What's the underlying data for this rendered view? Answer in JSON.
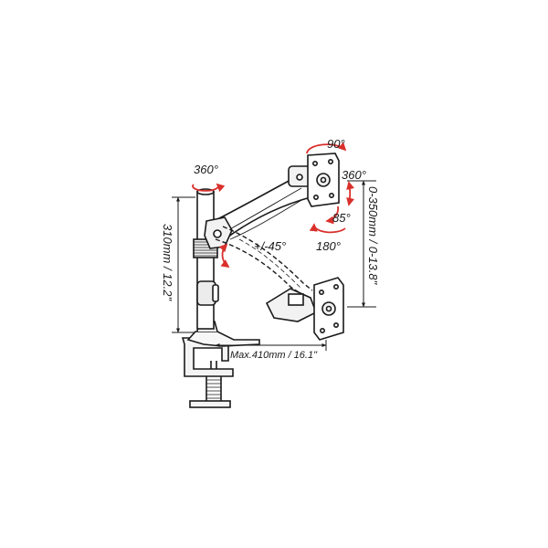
{
  "diagram": {
    "labels": {
      "pole_rotation": "360°",
      "arm_tilt": "+/-45°",
      "head_tilt": "90°",
      "head_swivel": "360°",
      "head_pivot": "85°",
      "head_rotation": "180°",
      "pole_height": "310mm / 12.2\"",
      "height_adjust": "0-350mm / 0-13.8\"",
      "max_reach": "Max.410mm / 16.1\""
    },
    "colors": {
      "line": "#1a1a1a",
      "rotation_arrow": "#d9302c",
      "dashed": "#1a1a1a"
    }
  }
}
